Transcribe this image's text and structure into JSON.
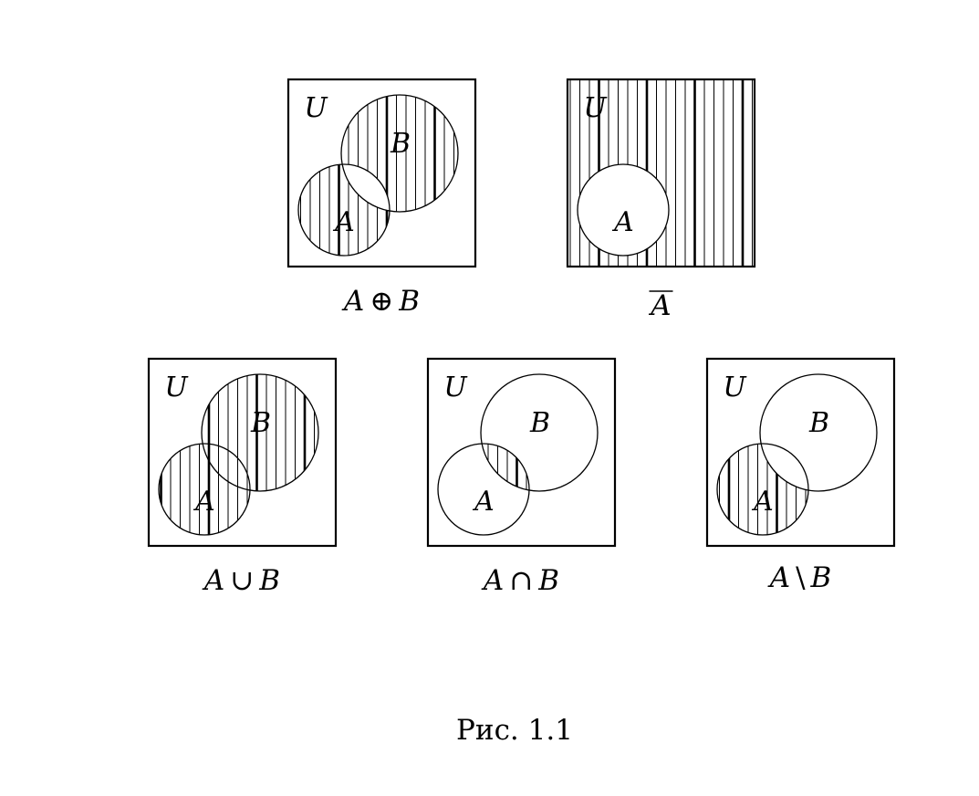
{
  "universe_label": "U",
  "set_a_label": "A",
  "set_b_label": "B",
  "line_color": "#000000",
  "background": "#ffffff",
  "diagrams": [
    {
      "id": "symmetric-difference",
      "caption_parts": [
        "A",
        "⊕",
        "B"
      ],
      "shaded": [
        "A-only",
        "B-only"
      ],
      "has_b": true
    },
    {
      "id": "complement",
      "caption_parts": [
        "A"
      ],
      "overline": true,
      "shaded": [
        "outside-A"
      ],
      "has_b": false
    },
    {
      "id": "union",
      "caption_parts": [
        "A",
        "∪",
        "B"
      ],
      "shaded": [
        "A-only",
        "B-only",
        "A-and-B"
      ],
      "has_b": true
    },
    {
      "id": "intersection",
      "caption_parts": [
        "A",
        "∩",
        "B"
      ],
      "shaded": [
        "A-and-B"
      ],
      "has_b": true
    },
    {
      "id": "difference",
      "caption_parts": [
        "A",
        "\\",
        "B"
      ],
      "shaded": [
        "A-only"
      ],
      "has_b": true
    }
  ],
  "figure_caption": "Рис. 1.1"
}
